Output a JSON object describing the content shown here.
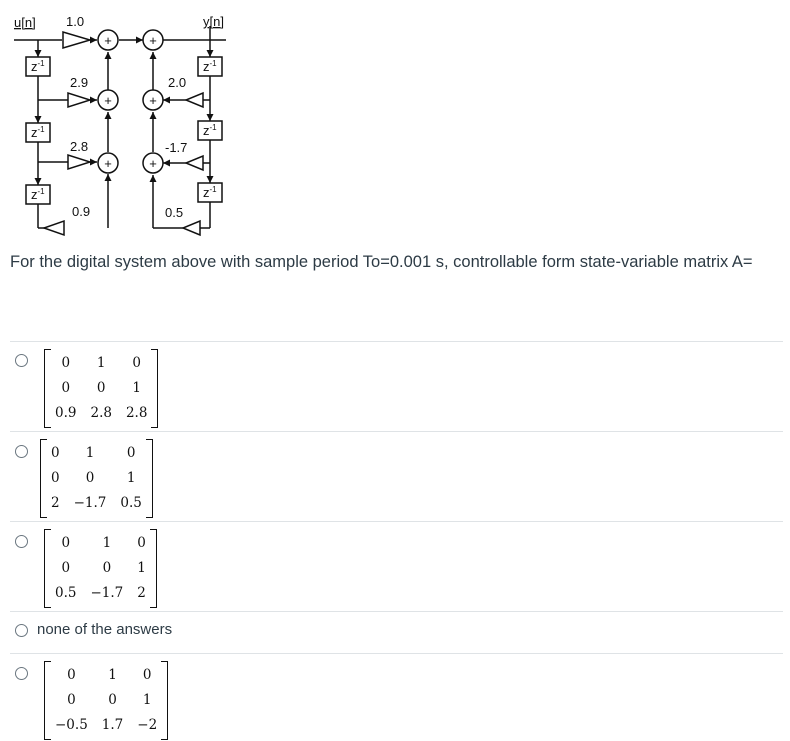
{
  "diagram": {
    "input_label": "u[n]",
    "output_label": "y[n]",
    "delay_base": "z",
    "delay_exp": "-1",
    "sum_symbol": "+",
    "gains": {
      "feedforward_top": "1.0",
      "left_1": "2.9",
      "left_2": "2.8",
      "left_3": "0.9",
      "right_1": "2.0",
      "right_2": "-1.7",
      "right_3": "0.5"
    }
  },
  "question": {
    "text": "For the digital system above with sample period To=0.001 s, controllable form state-variable matrix A="
  },
  "options": [
    {
      "type": "matrix",
      "rows": [
        [
          "0",
          "1",
          "0"
        ],
        [
          "0",
          "0",
          "1"
        ],
        [
          "0.9",
          "2.8",
          "2.8"
        ]
      ]
    },
    {
      "type": "matrix",
      "rows": [
        [
          "0",
          "1",
          "0"
        ],
        [
          "0",
          "0",
          "1"
        ],
        [
          "2",
          "−1.7",
          "0.5"
        ]
      ]
    },
    {
      "type": "matrix",
      "rows": [
        [
          "0",
          "1",
          "0"
        ],
        [
          "0",
          "0",
          "1"
        ],
        [
          "0.5",
          "−1.7",
          "2"
        ]
      ]
    },
    {
      "type": "text",
      "label": "none of the answers"
    },
    {
      "type": "matrix",
      "rows": [
        [
          "0",
          "1",
          "0"
        ],
        [
          "0",
          "0",
          "1"
        ],
        [
          "−0.5",
          "1.7",
          "−2"
        ]
      ]
    }
  ]
}
